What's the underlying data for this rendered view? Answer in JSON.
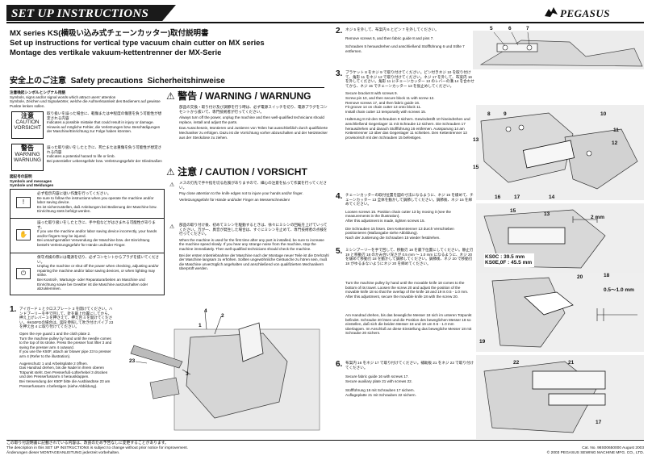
{
  "header": {
    "banner": "SET UP INSTRUCTIONS",
    "logo": "PEGASUS",
    "title_jp": "MX series KS(横吸い込み式チェーンカッター)取付説明書",
    "title_en": "Set up instructions for vertical type vacuum chain cutter on MX series",
    "title_de": "Montage des vertikale vakuum-kettentrenner der MX-Serie"
  },
  "safety": {
    "heading_jp": "安全上のご注意",
    "heading_en": "Safety precautions",
    "heading_de": "Sicherheitshinweise",
    "symbols_title": "注意喚起シンボルとシグナル用語",
    "symbols_en": "Symbols, signs and/or signal words which attract users' attention",
    "symbols_de": "Symbole, Zeichen und Signalwörter, welche die Aufmerksamkeit des Bedieners auf gewisse Punkte lenken sollen.",
    "caution_jp": "注意",
    "caution_en": "CAUTION",
    "caution_de": "VORSICHT",
    "caution_text_jp": "取り扱いを誤った場合に、軽傷または中程度の傷害を負う可能性が想定される内容",
    "caution_text_en": "Indicates a possible mistake that could result in injury or damage.",
    "caution_text_de": "Hinweis auf mögliche Fehler, die Verletzungen bzw. Beschädigungen der Maschine/Einrichtung zur Folge haben könnten.",
    "warning_jp": "警告",
    "warning_en": "WARNING",
    "warning_de": "WARNUNG",
    "warning_text_jp": "誤った取り扱いをしたときに、死亡または重傷を負う可能性が想定される内容",
    "warning_text_en": "Indicates a potential hazard to life or limb.",
    "warning_text_de": "Bei potentieller Lebensgefahr bzw. Verletzungsgefahr der Gliedmaßen",
    "symbols_msg_jp": "図記号の説明",
    "symbols_msg_en": "Symbols and messages",
    "symbols_msg_de": "Symbole und Meldungen",
    "sym1_jp": "必ず指示内容に従い作業を行ってください。",
    "sym1_en": "Be sure to follow the instructions when you operate the machine and/or labor saving device.",
    "sym1_de": "Es ist sicherzustellen, daß Anleitungen bei Bedienung der Maschine bzw. Einrichtung stets befolgt werden.",
    "sym2_jp": "誤った取り扱いをしたときに、手や指などがはさまれる可能性があります。",
    "sym2_en": "If you use the machine and/or labor saving device incorrectly, your hands and/or fingers may be injured.",
    "sym2_de": "Bei unsachgemäßer Verwendung der Maschine bzw. der Einrichtung besteht Verletzungsgefahr für Hände und/oder Finger.",
    "sym3_jp": "保守点検の際には電源を切り、必ずコンセントからプラグを抜いてください。",
    "sym3_en": "Unplug the machine or shut off the power when checking, adjusting and/or repairing the machine and/or labor saving devices, or when lighting may strike.",
    "sym3_de": "Bei Kontroll-, Wartungs- oder Reparaturarbeiten an Maschine und Einrichtung sowie bei Gewitter ist die Maschine auszuschalten oder abzuklemmen.",
    "warn_head": "警告 / WARNING / WARNUNG",
    "warn_jp": "部品の交換・取り付け及び調節を行う時は、必ず電源スイッチを切り、電源プラグをコンセントから抜いて、専門技術者が行ってください。",
    "warn_en": "Always turn off the power, unplug the machine and then well-qualified technicians should replace, install and adjust the parts.",
    "warn_de": "Das Ausschesein, Montieren und Justieren von Teilen hat ausschließlich durch qualifizierte Mechaniker zu erfolgen. Dazu ist die Vorrichtung vorher abzuschalten und der Netzstecker aus der Steckdose zu ziehen.",
    "caution_head": "注意 / CAUTION / VORSICHT",
    "c1_jp": "メスの刃先で手や指を切る危険がありますので、細心の注意を払って作業を行ってください。",
    "c1_en": "Pay close attention to the knife edges not to injure your hands and/or finger.",
    "c1_de": "Verletzungsgefahr für Hände und/oder Finger an Messerschneiden!",
    "c2_jp": "部品の取り付け後、初めてミシンを駆動するときは、徐々にミシンの回転を上げていってください。万が一、異音が発生した場合は、すぐにミシンを止めて、専門技術者の点検を行ってください。",
    "c2_en": "When the machine is used for the first time after any part is installed, be sure to increase the machine speed slowly. If you hear any strange noise from the machine, stop the machine immediately. Then well-qualified technicians should check the machine.",
    "c2_de": "Bei der ersten Inbetriebnahme der Maschine nach der Montage neuer Teile ist die Drehzahl der Maschine langsam zu erhöhen. Sollten ungewöhnliche Geräusche zu hören sein, muß die Maschine unverzüglich angehalten und anschließend von qualifizierten Mechanikern überprüft werden."
  },
  "step1": {
    "num": "1.",
    "jp": "アイガード 1 とクロスプレート 2 を開けてください。ハンドプーリーを手で回して、針を最上位置にしてから、押え上げレバー 3 を押さえて、押え台 4 を開けてください。※K50FDの場合は、図を参照して吹き付けパイプ 23 を押え台 4 に取り付けてください。",
    "en1": "Open the eye guard 1 and the cloth plate 2.",
    "en2": "Turn the machine pulley by hand until the needle comes to the top of its stroke. Press the presser foot lifter 3 and swing the presser arm 4 outward.",
    "en3": "If you use the K50F, attach air blower pipe 23 to presser arm 4 (Refer to the illustration).",
    "de1": "Augenschutz 1 und Arbeitsplatte 2 öffnen.",
    "de2": "Das Handrad drehen, bis die Nadel in ihrem oberen Totpunkt steht. Den Presserfuß-Lüfterhebel 3 drücken und den Presserfussarm 4 herausklappen.",
    "de3": "Bei Verwendung der K50F bitte die Ausblasdüse 23 am Presserfussarm 4 befestigen (siehe Abbildung).",
    "callouts": [
      "1",
      "2",
      "3",
      "4",
      "23"
    ]
  },
  "step2": {
    "num": "2.",
    "jp": "ネジ 5 を外して、布案内 6 とピン 7 を外してください。",
    "en": "Remove screws 5, and then fabric guide 8 and pins 7.",
    "de": "Schrauben 5 herausdrehen und anschließend Stoffführung 6 und Stifte 7 entfernen.",
    "callouts": [
      "5",
      "6",
      "7"
    ]
  },
  "step3": {
    "num": "3.",
    "jp": "ブラケット 8 をネジ 9 で取り付けてください。ピン付きネジ 10 を取り付けて、角形 11 をネジ 12 で取り付けてください。ネジ 17 を外して、布案内 16 を外してください。角形 11 にチェーンカッター 13 のレバーの溝 14 を合わせてから、ネジ 15 でチェーンカッター 13 を仮止めしてください。",
    "en1": "Secure bracket 8 with screws 9.",
    "en2": "Screw pin 10, and then secure block 11 with screw 12.",
    "en3": "Remove screws 17, and then fabric guide 16.",
    "en4": "Fit groove 14 on chain cutter 13 onto block 11.",
    "en5": "Install chain cutter 13 temporarily with screws 15.",
    "de": "Halterung 8 mit den Schrauben 9 sichern. Gewindestift 10 hineindrehen und anschließend Gegenlager 11 mit Schraube 12 sichern. Die Schrauben 17 herausdrehen und danach Stoffführung 16 entfernen. Aussparung 14 am Kettentrenner 13 über das Gegenlager 11 schieben. Den Kettentrenner 13 provisorisch mit den Schrauben 15 befestigen.",
    "callouts": [
      "8",
      "9",
      "10",
      "11",
      "12",
      "13",
      "14",
      "15",
      "16",
      "17"
    ]
  },
  "step4": {
    "num": "4.",
    "jp": "チェーンカッターの取付位置を図の寸法になるように、ネジ 15 を緩めて、チェーンカッター 13 全体を動かして調節してください。調節後、ネジ 15 を締めてください。",
    "en1": "Loosen screws 15. Position chain cutter 13 by moving it (see the measurements in the illustration).",
    "en2": "After this adjustment is made, tighten screws 15.",
    "de1": "Die Schrauben 15 lösen. Den Kettentrenner 13 durch Verschieben positionieren (Maßangabe siehe Abbildung).",
    "de2": "Nach der Justierung die Schrauben 15 wieder festdrehen.",
    "dim": "2 mm",
    "spec1": "KS0C : 39.5 mm",
    "spec2": "KS0E,0F : 45.5 mm",
    "callouts": [
      "13",
      "15"
    ]
  },
  "step5": {
    "num": "5.",
    "jp": "ミシンプーリーを手で回して、移動刃 18 を最下位置にしてください。静止刃 19 と移動刃 18 のかみ合い深さが 0.5 mm 〜 1.0 mm になるように、ネジ 20 を緩めて移動刃 18 を動かして調節してください。調節後、ネジ 20 で移動刃 18 がゆるまないようにネジ 20 を締めてください。",
    "en": "Turn the machine pulley by hand until the movable knife 18 comes to the bottom of its travel. Loosen the screw 20 and adjust the position of the movable knife 18 so that the overlap of the knife 18 and 19 is 0.5 - 1.0 mm. After this adjustment, secure the movable knife 18 with the screw 20.",
    "de": "Am Handrad drehen, bis das bewegliche Messer 18 sich im unteren Totpunkt befindet. Schraube 20 lösen und die Position des beweglichen Messer 18 so einstellen, daß sich die beiden Messer 18 und 19 um 0.5 - 1.0 mm überlappen. Im Anschluß an diese Einstellung das bewegliche Messer 18 mit Schraube 20 sichern.",
    "dim": "0.5〜1.0 mm",
    "callouts": [
      "18",
      "19",
      "20"
    ]
  },
  "step6": {
    "num": "6.",
    "jp": "布案内 16 をネジ 17 で取り付けてください。補助板 21 をネジ 22 で取り付けてください。",
    "en1": "Secure fabric guide 16 with screws 17.",
    "en2": "Secure auxiliary plate 21 with screws 22.",
    "de1": "Stoffführung 16 mit Schrauben 17 sichern.",
    "de2": "Auflageplatte 21 mit Schrauben 22 sichern.",
    "callouts": [
      "21",
      "22",
      "17"
    ]
  },
  "footer": {
    "jp": "この取り付説明書に記載されている内容は、改良のため予告なしに変更することがあります。",
    "en": "The description in this SET UP INSTRUCTIONS is subject to change without prior notice for improvement.",
    "de": "Änderungen dieser MONTAGEANLEITUNG jederzeit vorbehalten.",
    "cat": "Cat. No. 98S00650000   August 2003",
    "copyright": "© 2003 PEGASUS SEWING MACHINE MFG. CO., LTD."
  }
}
